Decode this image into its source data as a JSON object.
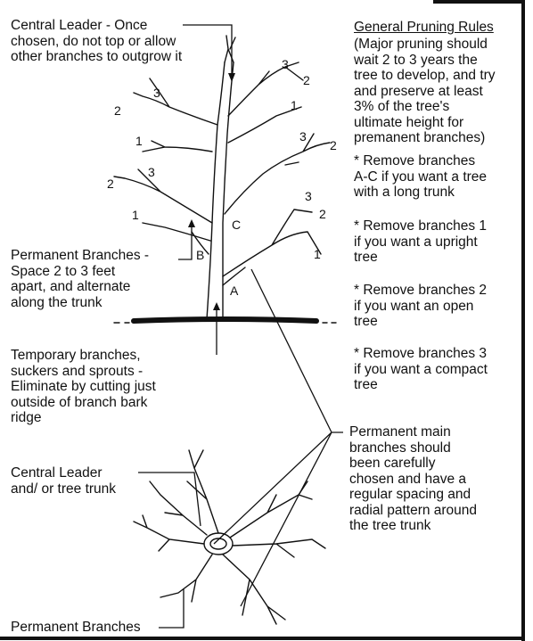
{
  "labels": {
    "central_leader_top": "Central Leader - Once\nchosen, do not top or allow\nother branches to outgrow it",
    "permanent_branches_mid": "Permanent Branches -\nSpace 2 to 3 feet\napart, and alternate\nalong the trunk",
    "temporary_branches": "Temporary branches,\nsuckers and sprouts -\nEliminate by cutting just\noutside of branch bark\nridge",
    "central_leader_bottom": "Central Leader\nand/ or tree trunk",
    "permanent_branches_bottom": "Permanent Branches",
    "permanent_main": "Permanent main\nbranches should\nbeen carefully\nchosen and have a\nregular spacing and\nradial pattern around\nthe tree trunk"
  },
  "rules": {
    "title": "General Pruning Rules",
    "intro": "(Major pruning should\nwait 2 to 3 years the\ntree to develop, and try\nand preserve at least\n3% of the tree's\nultimate height for\npremanent branches)",
    "items": [
      "* Remove branches\nA-C if you want a tree\nwith a long trunk",
      "* Remove branches 1\nif you want a upright\ntree",
      "* Remove branches 2\nif you want an open\ntree",
      "* Remove branches 3\nif you want a compact\ntree"
    ]
  },
  "branch_numbers": [
    "3",
    "2",
    "1",
    "3",
    "2",
    "1",
    "3",
    "2",
    "3",
    "2",
    "1",
    "3",
    "2",
    "1"
  ],
  "branch_letters": [
    "A",
    "B",
    "C"
  ]
}
